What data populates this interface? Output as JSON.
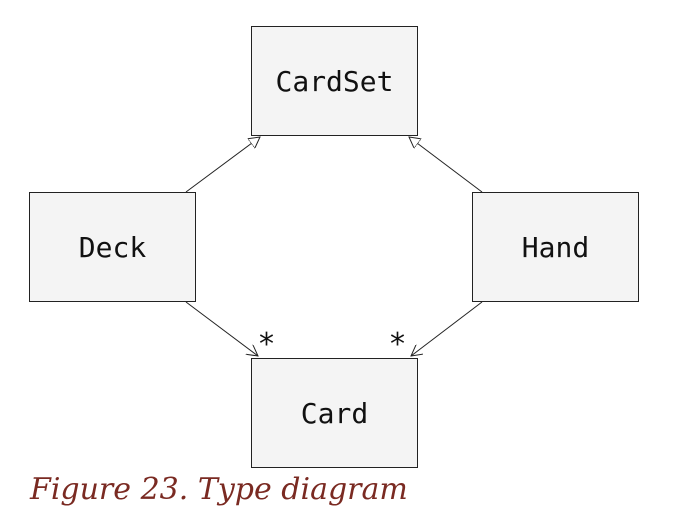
{
  "diagram": {
    "nodes": [
      {
        "id": "cardset",
        "label": "CardSet"
      },
      {
        "id": "deck",
        "label": "Deck"
      },
      {
        "id": "hand",
        "label": "Hand"
      },
      {
        "id": "card",
        "label": "Card"
      }
    ],
    "edges": [
      {
        "from": "deck",
        "to": "cardset",
        "type": "inheritance"
      },
      {
        "from": "hand",
        "to": "cardset",
        "type": "inheritance"
      },
      {
        "from": "deck",
        "to": "card",
        "type": "association",
        "multiplicity": "*"
      },
      {
        "from": "hand",
        "to": "card",
        "type": "association",
        "multiplicity": "*"
      }
    ],
    "multiplicity_deck_card": "*",
    "multiplicity_hand_card": "*"
  },
  "caption": "Figure 23. Type diagram"
}
